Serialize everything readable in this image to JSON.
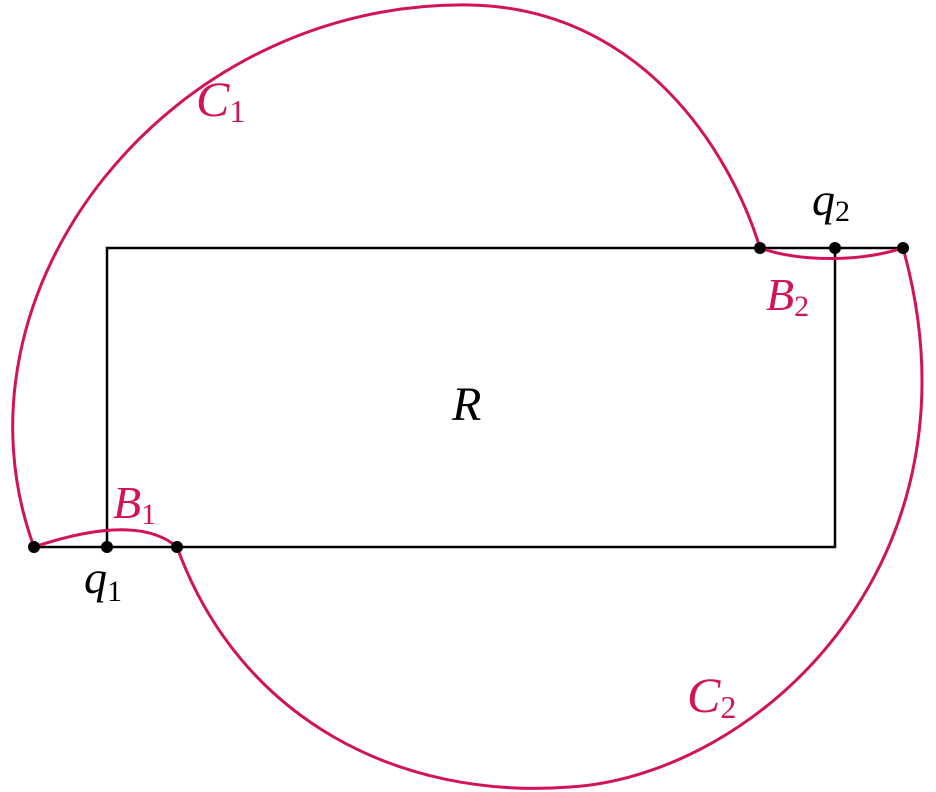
{
  "colors": {
    "curve": "#d1145a",
    "outline": "#000000",
    "background": "#ffffff"
  },
  "labels": {
    "C1": {
      "main": "C",
      "sub": "1"
    },
    "C2": {
      "main": "C",
      "sub": "2"
    },
    "B1": {
      "main": "B",
      "sub": "1"
    },
    "B2": {
      "main": "B",
      "sub": "2"
    },
    "q1": {
      "main": "q",
      "sub": "1"
    },
    "q2": {
      "main": "q",
      "sub": "2"
    },
    "R": {
      "main": "R"
    }
  }
}
